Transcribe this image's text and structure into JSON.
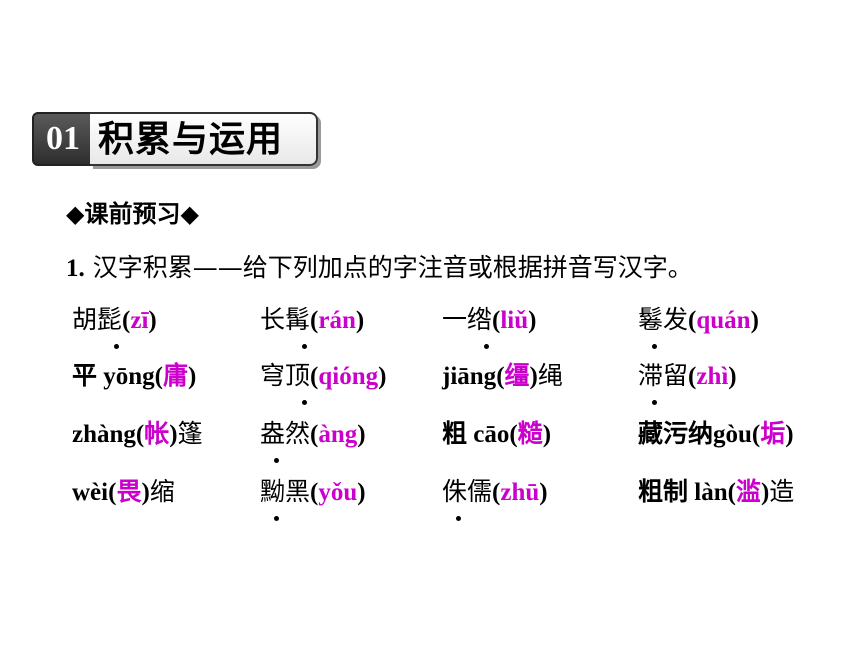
{
  "banner": {
    "number": "01",
    "title": "积累与运用"
  },
  "section": {
    "heading": "◆课前预习◆"
  },
  "instruction": {
    "number": "1.",
    "text": " 汉字积累——给下列加点的字注音或根据拼音写汉字。"
  },
  "items": [
    {
      "pre": "胡髭",
      "post": "",
      "answer": "zī",
      "type": "py"
    },
    {
      "pre": "长髯",
      "post": "",
      "answer": "rán",
      "type": "py"
    },
    {
      "pre": "一绺",
      "post": "",
      "answer": "liǔ",
      "type": "py"
    },
    {
      "pre": "鬈发",
      "post": "",
      "answer": "quán",
      "type": "py"
    },
    {
      "pre": "平 yōng",
      "post": "",
      "answer": "庸",
      "type": "hz"
    },
    {
      "pre": "穹顶",
      "post": "",
      "answer": "qióng",
      "type": "py"
    },
    {
      "pre": "jiāng",
      "post": "绳",
      "answer": "缰",
      "type": "hz"
    },
    {
      "pre": "滞留",
      "post": "",
      "answer": "zhì",
      "type": "py"
    },
    {
      "pre": "zhàng",
      "post": "篷",
      "answer": "帐",
      "type": "hz"
    },
    {
      "pre": "盎然",
      "post": "",
      "answer": "àng",
      "type": "py"
    },
    {
      "pre": "粗 cāo",
      "post": "",
      "answer": "糙",
      "type": "hz"
    },
    {
      "pre": "藏污纳gòu",
      "post": "",
      "answer": "垢",
      "type": "hz"
    },
    {
      "pre": "wèi",
      "post": "缩",
      "answer": "畏",
      "type": "hz"
    },
    {
      "pre": "黝黑",
      "post": "",
      "answer": "yǒu",
      "type": "py"
    },
    {
      "pre": "侏儒",
      "post": "",
      "answer": "zhū",
      "type": "py"
    },
    {
      "pre": "粗制 làn",
      "post": "造",
      "answer": "滥",
      "type": "hz"
    }
  ]
}
